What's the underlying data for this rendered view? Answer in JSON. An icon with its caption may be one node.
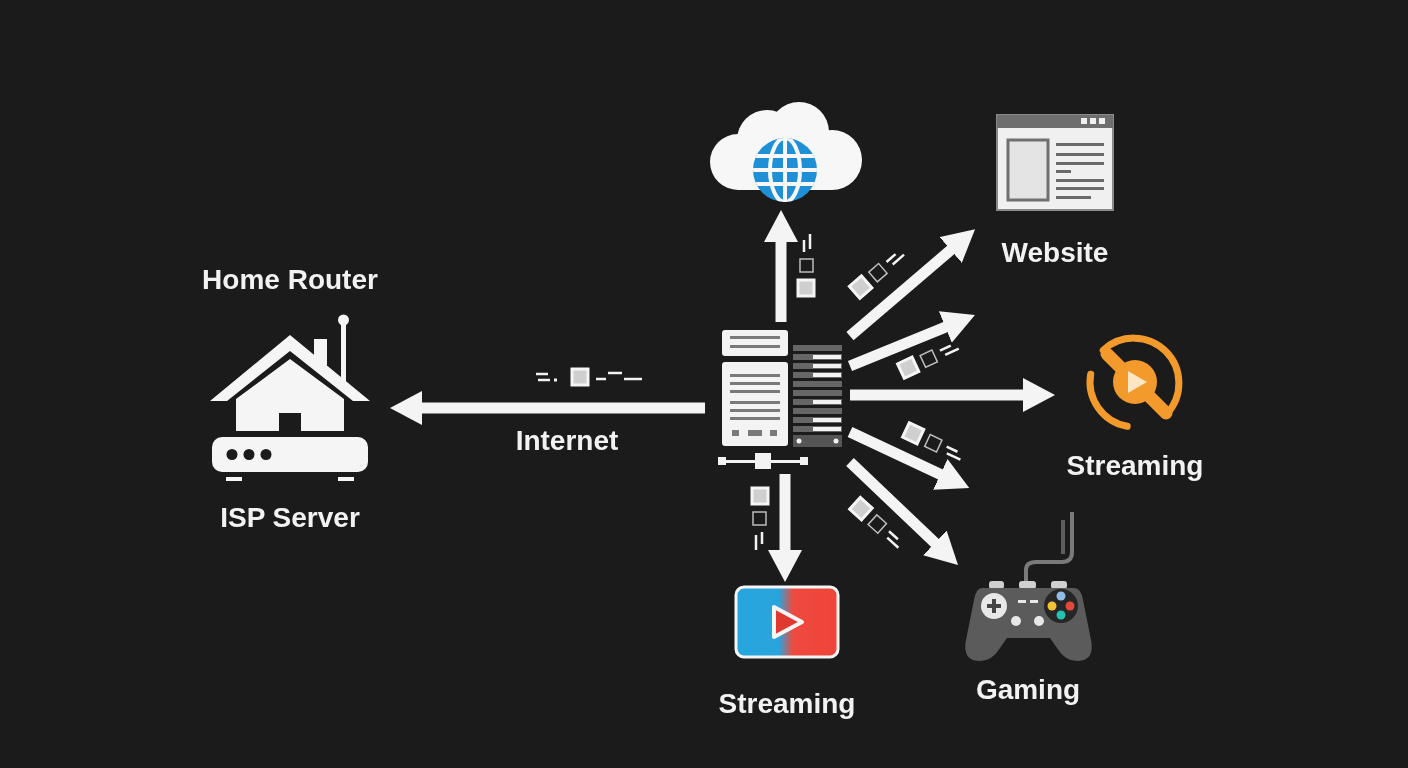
{
  "diagram": {
    "nodes": [
      {
        "text": [
          "Home Router",
          "ISP Server"
        ]
      },
      {
        "text": [],
        "shape": "picture"
      },
      {
        "text": [],
        "shape": "cloud"
      },
      {
        "text": [
          "Website"
        ]
      },
      {
        "text": [
          "Streaming"
        ]
      },
      {
        "text": [
          "Gaming"
        ]
      },
      {
        "text": [
          "Streaming"
        ]
      }
    ],
    "edges": [
      {
        "from": 1,
        "to": 0,
        "arrow": "to",
        "label": "Internet"
      },
      {
        "from": 1,
        "to": 2,
        "arrow": "to"
      },
      {
        "from": 1,
        "to": 3,
        "arrow": "to"
      },
      {
        "from": 1,
        "to": null,
        "arrow": "to"
      },
      {
        "from": 1,
        "to": 4,
        "arrow": "to"
      },
      {
        "from": 1,
        "to": 5,
        "arrow": "to"
      },
      {
        "from": 1,
        "to": 5,
        "arrow": "to"
      },
      {
        "from": 1,
        "to": 6,
        "arrow": "to"
      }
    ]
  }
}
